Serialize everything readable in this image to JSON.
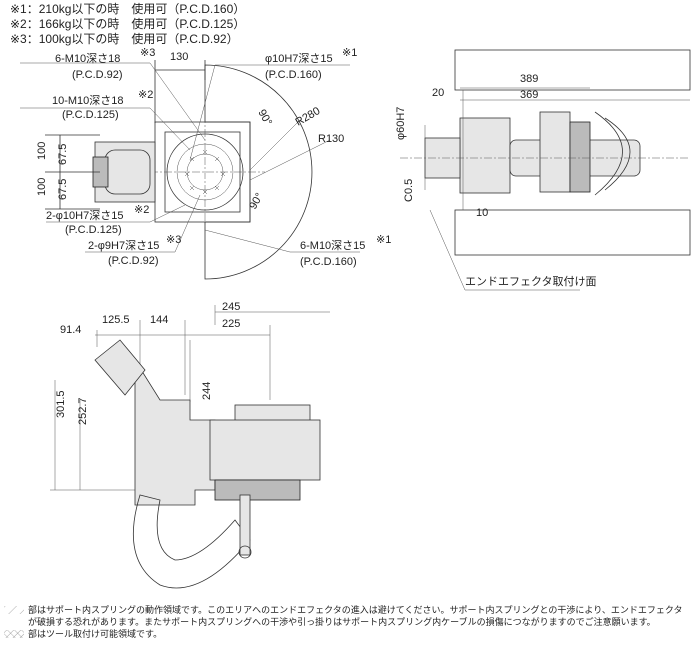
{
  "notes": [
    "※1：210kg以下の時　使用可（P.C.D.160）",
    "※2：166kg以下の時　使用可（P.C.D.125）",
    "※3：100kg以下の時　使用可（P.C.D.92）"
  ],
  "top_view": {
    "dim_130": "130",
    "m10_6": "6-M10深さ18",
    "m10_6_ref": "※3",
    "m10_6_pcd": "(P.C.D.92)",
    "m10_10": "10-M10深さ18",
    "m10_10_ref": "※2",
    "m10_10_pcd": "(P.C.D.125)",
    "phi10": "φ10H7深さ15",
    "phi10_ref": "※1",
    "phi10_pcd": "(P.C.D.160)",
    "r280": "R280",
    "r130": "R130",
    "ang1": "90°",
    "ang2": "90°",
    "d100a": "100",
    "d67a": "67.5",
    "d100b": "100",
    "d67b": "67.5",
    "phi10b": "2-φ10H7深さ15",
    "phi10b_ref": "※2",
    "phi10b_pcd": "(P.C.D.125)",
    "phi9": "2-φ9H7深さ15",
    "phi9_ref": "※3",
    "phi9_pcd": "(P.C.D.92)",
    "m10_6b": "6-M10深さ15",
    "m10_6b_ref": "※1",
    "m10_6b_pcd": "(P.C.D.160)"
  },
  "side_view": {
    "d389": "389",
    "d369": "369",
    "d20": "20",
    "phi60": "φ60H7",
    "c05": "C0.5",
    "d10": "10",
    "ee_label": "エンドエフェクタ取付け面"
  },
  "front_view": {
    "d91": "91.4",
    "d125": "125.5",
    "d144": "144",
    "d245": "245",
    "d225": "225",
    "d301": "301.5",
    "d252": "252.7",
    "d244": "244"
  },
  "footer": {
    "line1": "部はサポート内スプリングの動作領域です。このエリアへのエンドエフェクタの進入は避けてください。サポート内スプリングとの干渉により、エンドエフェクタ",
    "line2": "が破損する恐れがあります。またサポート内スプリングへの干渉や引っ掛りはサポート内スプリング内ケーブルの損傷につながりますのでご注意願います。",
    "line3": "部はツール取付け可能領域です。"
  }
}
